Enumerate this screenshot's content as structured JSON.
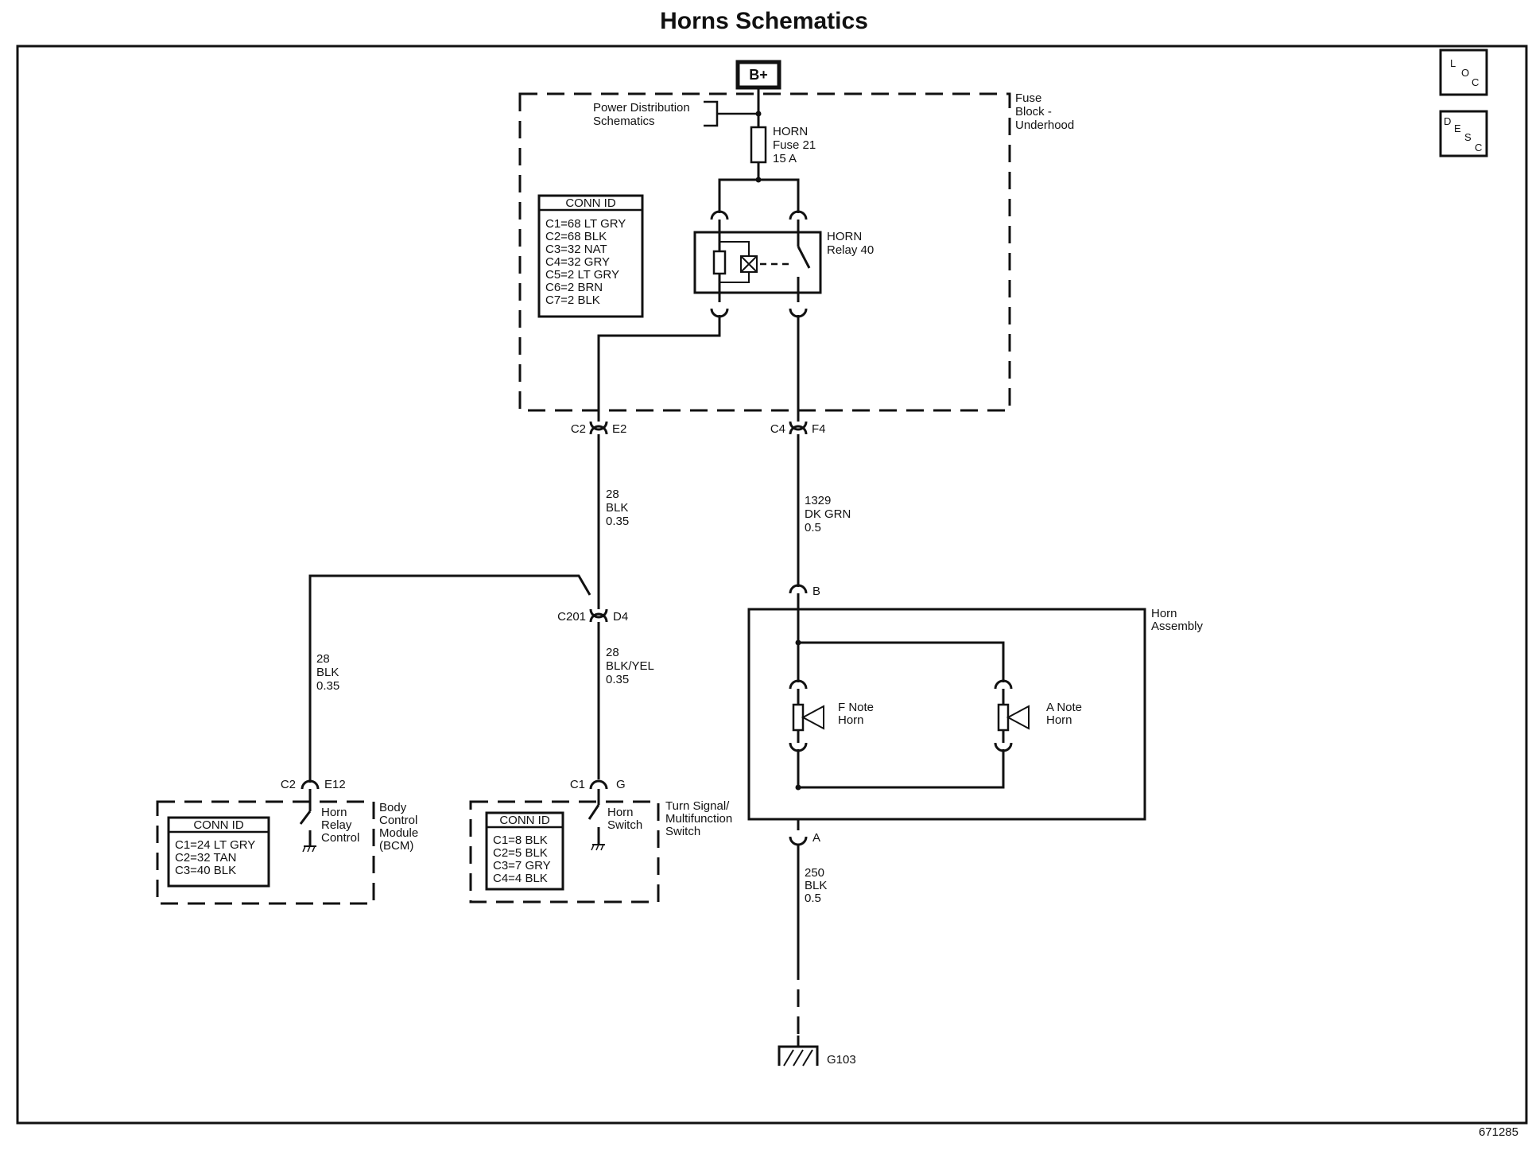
{
  "title": "Horns Schematics",
  "figure_id": "671285",
  "buttons": {
    "loc": [
      "L",
      "O",
      "C"
    ],
    "desc": [
      "D",
      "E",
      "S",
      "C"
    ]
  },
  "power": {
    "label": "B+"
  },
  "fuse_block": {
    "name_lines": [
      "Fuse",
      "Block -",
      "Underhood"
    ],
    "power_dist_lines": [
      "Power Distribution",
      "Schematics"
    ],
    "fuse_lines": [
      "HORN",
      "Fuse 21",
      "15 A"
    ],
    "relay_lines": [
      "HORN",
      "Relay 40"
    ],
    "conn_id": {
      "header": "CONN ID",
      "rows": [
        "C1=68 LT GRY",
        "C2=68 BLK",
        "C3=32 NAT",
        "C4=32 GRY",
        "C5=2 LT GRY",
        "C6=2 BRN",
        "C7=2 BLK"
      ]
    }
  },
  "connectors": {
    "c2_e2": {
      "left": "C2",
      "right": "E2"
    },
    "c4_f4": {
      "left": "C4",
      "right": "F4"
    },
    "c201_d4": {
      "left": "C201",
      "right": "D4"
    },
    "c2_e12": {
      "left": "C2",
      "right": "E12"
    },
    "c1_g": {
      "left": "C1",
      "right": "G"
    },
    "horn_b": "B",
    "horn_a": "A"
  },
  "wires": {
    "w28_blk_035": [
      "28",
      "BLK",
      "0.35"
    ],
    "w1329": [
      "1329",
      "DK GRN",
      "0.5"
    ],
    "w28_blk_yel": [
      "28",
      "BLK/YEL",
      "0.35"
    ],
    "w28_blk_bcm": [
      "28",
      "BLK",
      "0.35"
    ],
    "w250": [
      "250",
      "BLK",
      "0.5"
    ]
  },
  "horn_assembly": {
    "name_lines": [
      "Horn",
      "Assembly"
    ],
    "f_note": [
      "F Note",
      "Horn"
    ],
    "a_note": [
      "A Note",
      "Horn"
    ]
  },
  "bcm": {
    "name_lines": [
      "Body",
      "Control",
      "Module",
      "(BCM)"
    ],
    "switch_lines": [
      "Horn",
      "Relay",
      "Control"
    ],
    "conn_id": {
      "header": "CONN ID",
      "rows": [
        "C1=24 LT GRY",
        "C2=32 TAN",
        "C3=40 BLK"
      ]
    }
  },
  "turn_signal": {
    "name_lines": [
      "Turn Signal/",
      "Multifunction",
      "Switch"
    ],
    "switch_lines": [
      "Horn",
      "Switch"
    ],
    "conn_id": {
      "header": "CONN ID",
      "rows": [
        "C1=8 BLK",
        "C2=5 BLK",
        "C3=7 GRY",
        "C4=4 BLK"
      ]
    }
  },
  "ground": {
    "label": "G103"
  }
}
